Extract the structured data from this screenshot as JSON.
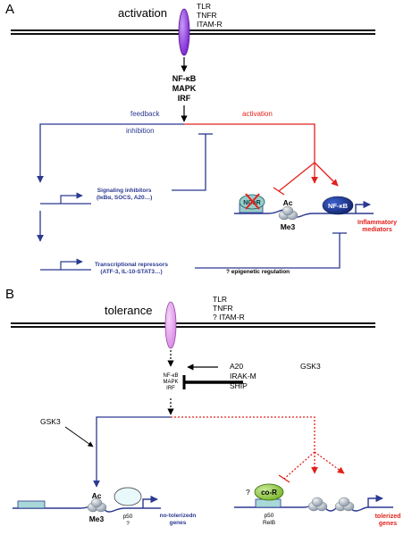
{
  "panel_a": {
    "label": "A",
    "title": "activation",
    "receptors": [
      "TLR",
      "TNFR",
      "ITAM-R"
    ],
    "signaling": [
      "NF-κB",
      "MAPK",
      "IRF"
    ],
    "feedback_label": "feedback",
    "inhibition_label": "inhibition",
    "activation_label": "activation",
    "signaling_inhibitors": [
      "Signaling inhibitors",
      "(IκBα, SOCS, A20…)"
    ],
    "transcriptional_repressors": [
      "Transcriptional repressors",
      "(ATF-3, IL-10-STAT3…)"
    ],
    "epigenetic_label": "? epigenetic regulation",
    "ncor": "NCoR",
    "nfkb": "NF-κB",
    "ac": "Ac",
    "me3": "Me3",
    "output": [
      "Inflammatory",
      "mediators"
    ]
  },
  "panel_b": {
    "label": "B",
    "title": "tolerance",
    "receptors": [
      "TLR",
      "TNFR",
      "? ITAM-R"
    ],
    "signaling": [
      "NF-κB",
      "MAPK",
      "IRF"
    ],
    "inhibitors": [
      "A20",
      "IRAK-M",
      "SHIP"
    ],
    "gsk3_right": "GSK3",
    "gsk3_left": "GSK3",
    "ac": "Ac",
    "me3": "Me3",
    "p50_left": [
      "p50",
      "?"
    ],
    "left_output": [
      "no-tolerizedn",
      "genes"
    ],
    "co_r": "co-R",
    "question": "?",
    "p50_right": [
      "p50",
      "RelB"
    ],
    "right_output": [
      "tolerized",
      "genes"
    ]
  },
  "colors": {
    "blue": "#2b3990",
    "red": "#e2211c",
    "receptor_a": "#8a2be2",
    "receptor_b": "#e7a2ef",
    "ncor_fill": "#98cccc",
    "nfkb_fill": "#1f3a96",
    "cor_fill": "#8dc63f",
    "box_fill": "#a8d8d8"
  }
}
